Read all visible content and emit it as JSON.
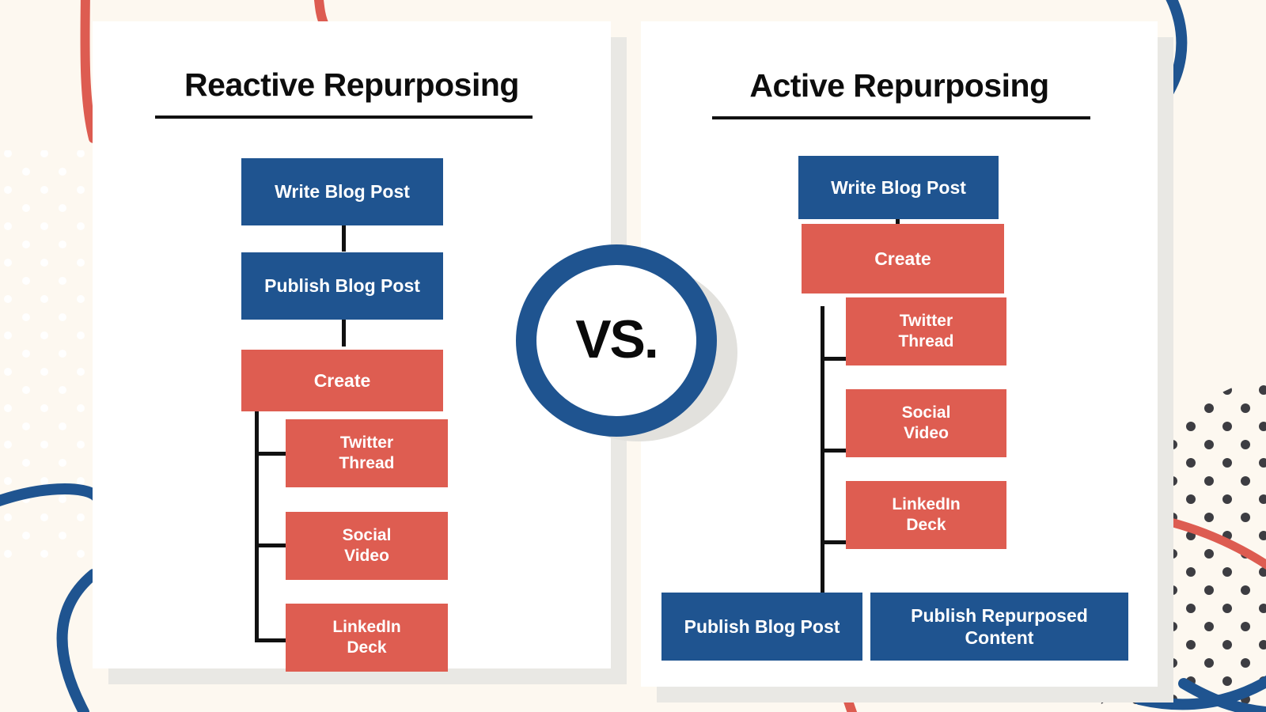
{
  "theme": {
    "blue": "#1f5490",
    "red": "#de5d51",
    "background": "#fdf8f0",
    "card": "#ffffff",
    "shadow": "#e9e8e4",
    "line": "#111111",
    "text_light": "#ffffff",
    "text_dark": "#0d0d0d"
  },
  "center": {
    "vs_label": "VS."
  },
  "left_panel": {
    "title": "Reactive Repurposing",
    "nodes": [
      {
        "label": "Write Blog Post",
        "color": "blue"
      },
      {
        "label": "Publish Blog Post",
        "color": "blue"
      },
      {
        "label": "Create",
        "color": "red"
      },
      {
        "label": "Twitter\nThread",
        "color": "red"
      },
      {
        "label": "Social\nVideo",
        "color": "red"
      },
      {
        "label": "LinkedIn\nDeck",
        "color": "red"
      }
    ]
  },
  "right_panel": {
    "title": "Active Repurposing",
    "nodes": [
      {
        "label": "Write Blog Post",
        "color": "blue"
      },
      {
        "label": "Create",
        "color": "red"
      },
      {
        "label": "Twitter\nThread",
        "color": "red"
      },
      {
        "label": "Social\nVideo",
        "color": "red"
      },
      {
        "label": "LinkedIn\nDeck",
        "color": "red"
      },
      {
        "label": "Publish Blog Post",
        "color": "blue"
      },
      {
        "label": "Publish Repurposed\nContent",
        "color": "blue"
      }
    ]
  },
  "chart_data": {
    "type": "diagram",
    "title": "Reactive Repurposing vs. Active Repurposing",
    "comparison_operator": "VS.",
    "panels": [
      {
        "name": "Reactive Repurposing",
        "flow": [
          "Write Blog Post",
          "Publish Blog Post",
          "Create",
          "Twitter Thread",
          "Social Video",
          "LinkedIn Deck"
        ],
        "edges": [
          [
            "Write Blog Post",
            "Publish Blog Post"
          ],
          [
            "Publish Blog Post",
            "Create"
          ],
          [
            "Create",
            "Twitter Thread"
          ],
          [
            "Create",
            "Social Video"
          ],
          [
            "Create",
            "LinkedIn Deck"
          ]
        ]
      },
      {
        "name": "Active Repurposing",
        "flow": [
          "Write Blog Post",
          "Create",
          "Twitter Thread",
          "Social Video",
          "LinkedIn Deck",
          "Publish Blog Post",
          "Publish Repurposed Content"
        ],
        "edges": [
          [
            "Write Blog Post",
            "Create"
          ],
          [
            "Create",
            "Twitter Thread"
          ],
          [
            "Create",
            "Social Video"
          ],
          [
            "Create",
            "LinkedIn Deck"
          ],
          [
            "Create",
            "Publish Blog Post"
          ],
          [
            "Publish Blog Post",
            "Publish Repurposed Content"
          ]
        ]
      }
    ]
  }
}
